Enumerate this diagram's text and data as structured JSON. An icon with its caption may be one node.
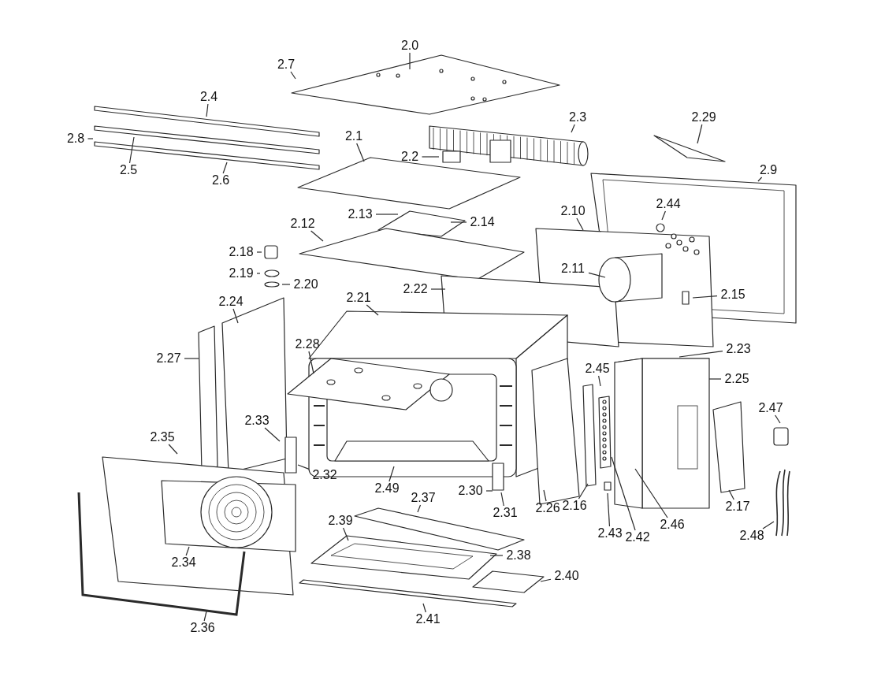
{
  "diagram": {
    "nodes": [
      {
        "text": [
          "2.0"
        ]
      },
      {
        "text": [
          "2.7"
        ]
      },
      {
        "text": [
          "2.4"
        ]
      },
      {
        "text": [
          "2.8"
        ]
      },
      {
        "text": [
          "2.5"
        ]
      },
      {
        "text": [
          "2.6"
        ]
      },
      {
        "text": [
          "2.1"
        ]
      },
      {
        "text": [
          "2.2"
        ]
      },
      {
        "text": [
          "2.3"
        ]
      },
      {
        "text": [
          "2.29"
        ]
      },
      {
        "text": [
          "2.9"
        ]
      },
      {
        "text": [
          "2.13"
        ]
      },
      {
        "text": [
          "2.14"
        ]
      },
      {
        "text": [
          "2.10"
        ]
      },
      {
        "text": [
          "2.44"
        ]
      },
      {
        "text": [
          "2.12"
        ]
      },
      {
        "text": [
          "2.18"
        ]
      },
      {
        "text": [
          "2.19"
        ]
      },
      {
        "text": [
          "2.20"
        ]
      },
      {
        "text": [
          "2.11"
        ]
      },
      {
        "text": [
          "2.22"
        ]
      },
      {
        "text": [
          "2.15"
        ]
      },
      {
        "text": [
          "2.21"
        ]
      },
      {
        "text": [
          "2.24"
        ]
      },
      {
        "text": [
          "2.28"
        ]
      },
      {
        "text": [
          "2.27"
        ]
      },
      {
        "text": [
          "2.23"
        ]
      },
      {
        "text": [
          "2.45"
        ]
      },
      {
        "text": [
          "2.25"
        ]
      },
      {
        "text": [
          "2.47"
        ]
      },
      {
        "text": [
          "2.33"
        ]
      },
      {
        "text": [
          "2.35"
        ]
      },
      {
        "text": [
          "2.32"
        ]
      },
      {
        "text": [
          "2.49"
        ]
      },
      {
        "text": [
          "2.30"
        ]
      },
      {
        "text": [
          "2.31"
        ]
      },
      {
        "text": [
          "2.26"
        ]
      },
      {
        "text": [
          "2.16"
        ]
      },
      {
        "text": [
          "2.43"
        ]
      },
      {
        "text": [
          "2.42"
        ]
      },
      {
        "text": [
          "2.46"
        ]
      },
      {
        "text": [
          "2.17"
        ]
      },
      {
        "text": [
          "2.48"
        ]
      },
      {
        "text": [
          "2.37"
        ]
      },
      {
        "text": [
          "2.39"
        ]
      },
      {
        "text": [
          "2.38"
        ]
      },
      {
        "text": [
          "2.34"
        ]
      },
      {
        "text": [
          "2.40"
        ]
      },
      {
        "text": [
          "2.41"
        ]
      },
      {
        "text": [
          "2.36"
        ]
      }
    ],
    "edges": [
      {
        "from": 0,
        "to": null,
        "arrow": "none"
      },
      {
        "from": 1,
        "to": null,
        "arrow": "none"
      },
      {
        "from": 2,
        "to": null,
        "arrow": "none"
      },
      {
        "from": 3,
        "to": null,
        "arrow": "none"
      },
      {
        "from": 4,
        "to": null,
        "arrow": "none"
      },
      {
        "from": 5,
        "to": null,
        "arrow": "none"
      },
      {
        "from": 6,
        "to": null,
        "arrow": "none"
      },
      {
        "from": 7,
        "to": null,
        "arrow": "none"
      },
      {
        "from": 8,
        "to": null,
        "arrow": "none"
      },
      {
        "from": 9,
        "to": null,
        "arrow": "none"
      },
      {
        "from": 10,
        "to": null,
        "arrow": "none"
      },
      {
        "from": 11,
        "to": null,
        "arrow": "none"
      },
      {
        "from": 12,
        "to": null,
        "arrow": "none"
      },
      {
        "from": 13,
        "to": null,
        "arrow": "none"
      },
      {
        "from": 14,
        "to": null,
        "arrow": "none"
      },
      {
        "from": 15,
        "to": null,
        "arrow": "none"
      },
      {
        "from": 16,
        "to": null,
        "arrow": "none"
      },
      {
        "from": 17,
        "to": null,
        "arrow": "none"
      },
      {
        "from": 18,
        "to": null,
        "arrow": "none"
      },
      {
        "from": 19,
        "to": null,
        "arrow": "none"
      },
      {
        "from": 20,
        "to": null,
        "arrow": "none"
      },
      {
        "from": 21,
        "to": null,
        "arrow": "none"
      },
      {
        "from": 22,
        "to": null,
        "arrow": "none"
      },
      {
        "from": 23,
        "to": null,
        "arrow": "none"
      },
      {
        "from": 24,
        "to": null,
        "arrow": "none"
      },
      {
        "from": 25,
        "to": null,
        "arrow": "none"
      },
      {
        "from": 26,
        "to": null,
        "arrow": "none"
      },
      {
        "from": 27,
        "to": null,
        "arrow": "none"
      },
      {
        "from": 28,
        "to": null,
        "arrow": "none"
      },
      {
        "from": 29,
        "to": null,
        "arrow": "none"
      },
      {
        "from": 30,
        "to": null,
        "arrow": "none"
      },
      {
        "from": 31,
        "to": null,
        "arrow": "none"
      },
      {
        "from": 32,
        "to": null,
        "arrow": "none"
      },
      {
        "from": 33,
        "to": null,
        "arrow": "none"
      },
      {
        "from": 34,
        "to": null,
        "arrow": "none"
      },
      {
        "from": 35,
        "to": null,
        "arrow": "none"
      },
      {
        "from": 36,
        "to": null,
        "arrow": "none"
      },
      {
        "from": 37,
        "to": null,
        "arrow": "none"
      },
      {
        "from": 38,
        "to": null,
        "arrow": "none"
      },
      {
        "from": 39,
        "to": null,
        "arrow": "none"
      },
      {
        "from": 40,
        "to": null,
        "arrow": "none"
      },
      {
        "from": 41,
        "to": null,
        "arrow": "none"
      },
      {
        "from": 42,
        "to": null,
        "arrow": "none"
      },
      {
        "from": 43,
        "to": null,
        "arrow": "none"
      },
      {
        "from": 44,
        "to": null,
        "arrow": "none"
      },
      {
        "from": 45,
        "to": null,
        "arrow": "none"
      },
      {
        "from": 46,
        "to": null,
        "arrow": "none"
      },
      {
        "from": 47,
        "to": null,
        "arrow": "none"
      },
      {
        "from": 48,
        "to": null,
        "arrow": "none"
      },
      {
        "from": 49,
        "to": null,
        "arrow": "none"
      }
    ]
  }
}
